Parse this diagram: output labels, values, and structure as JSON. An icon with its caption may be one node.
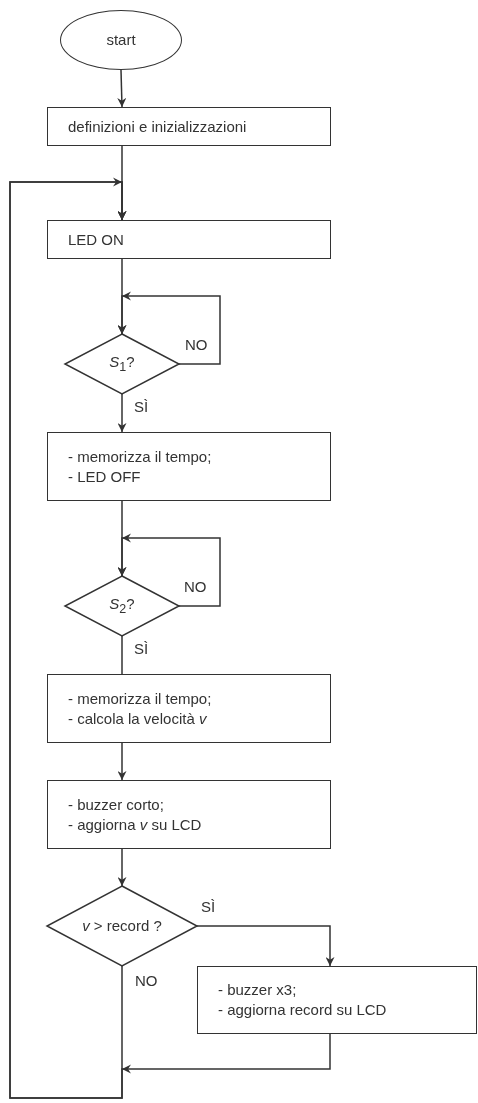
{
  "diagram": {
    "nodes": [
      {
        "text": [
          "start"
        ]
      },
      {
        "text": [
          "definizioni e inizializzazioni"
        ]
      },
      {
        "text": [
          "LED ON"
        ]
      },
      {
        "text": [
          "*S*$_{1}$?"
        ]
      },
      {
        "text": [
          "- memorizza il tempo;",
          "- LED OFF"
        ]
      },
      {
        "text": [
          "*S*$_{2}$?"
        ]
      },
      {
        "text": [
          "- memorizza il tempo;",
          "- calcola la velocità *v*"
        ]
      },
      {
        "text": [
          "- buzzer corto;",
          "- aggiorna *v* su LCD"
        ]
      },
      {
        "text": [
          "*v* > record ?"
        ]
      },
      {
        "text": [
          "- buzzer x3;",
          "- aggiorna record su LCD"
        ]
      }
    ],
    "edges": [
      {
        "from": 0,
        "to": 1,
        "arrow": "to"
      },
      {
        "from": 1,
        "to": 2,
        "arrow": "to"
      },
      {
        "from": 2,
        "to": 3,
        "arrow": "to"
      },
      {
        "from": 3,
        "to": 3,
        "arrow": "to",
        "label": "NO"
      },
      {
        "from": 3,
        "to": 4,
        "arrow": "to",
        "label": "SÌ"
      },
      {
        "from": 4,
        "to": 5,
        "arrow": "to"
      },
      {
        "from": 5,
        "to": 5,
        "arrow": "to",
        "label": "NO"
      },
      {
        "from": 5,
        "to": 6,
        "arrow": "none",
        "label": "SÌ"
      },
      {
        "from": 6,
        "to": 7,
        "arrow": "to"
      },
      {
        "from": 7,
        "to": 8,
        "arrow": "to"
      },
      {
        "from": 8,
        "to": 9,
        "arrow": "to",
        "label": "SÌ"
      },
      {
        "from": 8,
        "to": 2,
        "arrow": "to",
        "label": "NO"
      },
      {
        "from": 9,
        "to": 2,
        "arrow": "to"
      }
    ]
  }
}
